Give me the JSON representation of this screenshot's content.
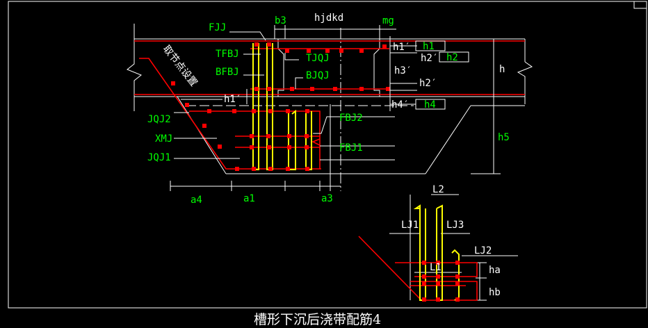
{
  "title": "槽形下沉后浇带配筋4",
  "colors": {
    "background": "#000000",
    "white": "#ffffff",
    "red": "#ff0000",
    "rebar_dot": "#ff0000",
    "green": "#00ff00",
    "yellow": "#ffff00"
  },
  "labels": {
    "FJJ": "FJJ",
    "b3": "b3",
    "hjdkd": "hjdkd",
    "mg": "mg",
    "TFBJ": "TFBJ",
    "TJQJ": "TJQJ",
    "BFBJ": "BFBJ",
    "BJQJ": "BJQJ",
    "qjd": "取节点设置",
    "h1p_top": "h1′",
    "h1_box": "h1",
    "h2p_top": "h2′",
    "h2_box": "h2",
    "h": "h",
    "h3p": "h3′",
    "h2p_mid": "h2′",
    "h1p_left": "h1′",
    "h4p": "h4′",
    "h4_box": "h4",
    "JQJ2": "JQJ2",
    "FBJ2": "FBJ2",
    "h5": "h5",
    "XMJ": "XMJ",
    "FBJ1": "FBJ1",
    "JQJ1": "JQJ1",
    "a4": "a4",
    "a1": "a1",
    "a3": "a3",
    "L2": "L2",
    "LJ1": "LJ1",
    "LJ3": "LJ3",
    "LJ2": "LJ2",
    "L1": "L1",
    "ha": "ha",
    "hb": "hb"
  }
}
